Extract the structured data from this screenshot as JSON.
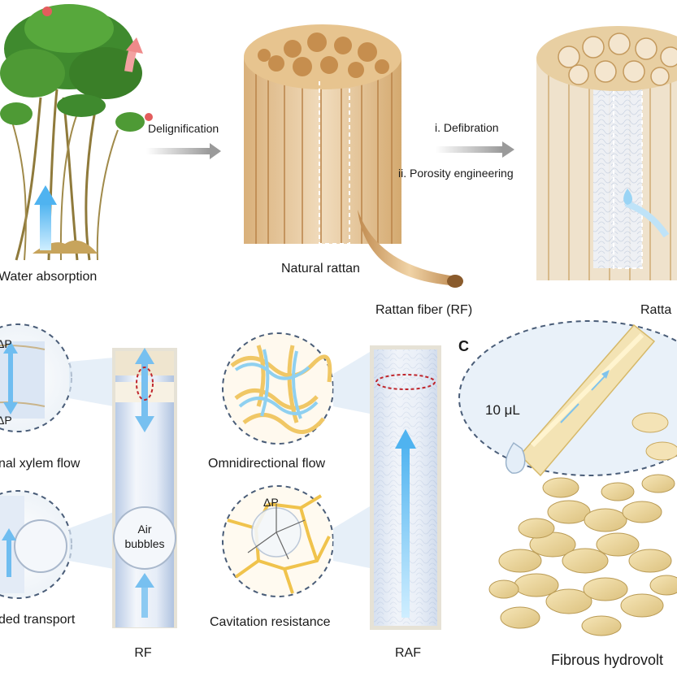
{
  "top": {
    "water_absorption": "Water absorption",
    "delignification": "Delignification",
    "natural_rattan": "Natural rattan",
    "rattan_fiber": "Rattan fiber (RF)",
    "defibration": "i. Defibration",
    "porosity_engineering": "ii. Porosity engineering",
    "rattan_cropped": "Ratta"
  },
  "bottom_left": {
    "delta_p_top": "ΔP",
    "delta_p_bottom": "ΔP",
    "xylem_flow": "nal xylem flow",
    "transport": "ded transport",
    "air_bubbles_line1": "Air",
    "air_bubbles_line2": "bubbles",
    "rf_label": "RF"
  },
  "bottom_middle": {
    "omnidirectional_flow": "Omnidirectional flow",
    "delta_p": "ΔP",
    "cavitation_resistance": "Cavitation resistance",
    "raf_label": "RAF"
  },
  "panel_c": {
    "label": "C",
    "volume": "10 μL",
    "fibrous_caption": "Fibrous hydrovolt"
  },
  "colors": {
    "rattan_light": "#e8c796",
    "rattan_dark": "#c9955a",
    "water_blue": "#7fc3ec",
    "dashed_ring": "#4a5d78",
    "red_dash": "#c0272d"
  }
}
